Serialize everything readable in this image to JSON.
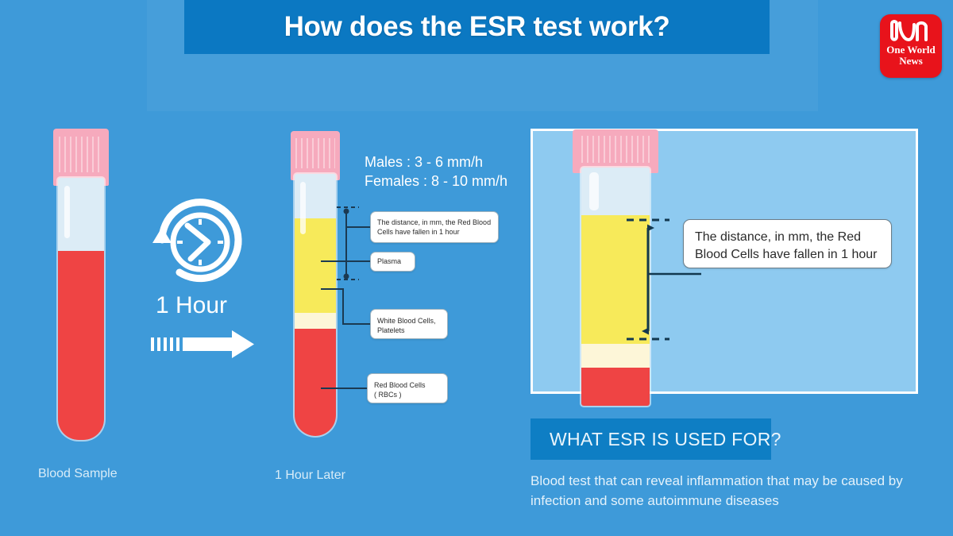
{
  "header": {
    "title": "How does the ESR test work?",
    "title_bg": "#0b78c2"
  },
  "logo": {
    "name": "one-world-news-logo",
    "line1": "One World",
    "line2": "News",
    "bg": "#e8131b"
  },
  "background": {
    "color": "#3e9ad9"
  },
  "left_stage": {
    "tube_caption": "Blood Sample",
    "tube": {
      "cap_color": "#f6aabd",
      "blood_color": "#ef4444",
      "glass_color": "#e9f4fb"
    }
  },
  "timer": {
    "icon": "clock-icon",
    "label": "1 Hour",
    "arrow_icon": "motion-arrow-icon"
  },
  "middle_stage": {
    "tube_caption": "1 Hour Later",
    "ranges": {
      "males": "Males : 3 - 6 mm/h",
      "females": "Females : 8 - 10 mm/h"
    },
    "tube": {
      "cap_color": "#f6aabd",
      "plasma_color": "#f7ea5a",
      "buffy_color": "#fdf6d8",
      "rbc_color": "#ef4444"
    },
    "callouts": {
      "distance": "The distance, in mm, the Red Blood Cells have fallen in 1 hour",
      "plasma": "Plasma",
      "wbc_line1": "White Blood Cells,",
      "wbc_line2": "Platelets",
      "rbc_line1": "Red Blood Cells",
      "rbc_line2": "( RBCs )"
    }
  },
  "zoom_panel": {
    "bg": "#8ecaf0",
    "callout_line1": "The distance, in mm, the Red",
    "callout_line2": "Blood Cells have fallen in 1 hour"
  },
  "footer": {
    "heading": "WHAT ESR IS USED FOR?",
    "description": "Blood test that can reveal inflammation that may be caused by infection and some autoimmune diseases"
  }
}
